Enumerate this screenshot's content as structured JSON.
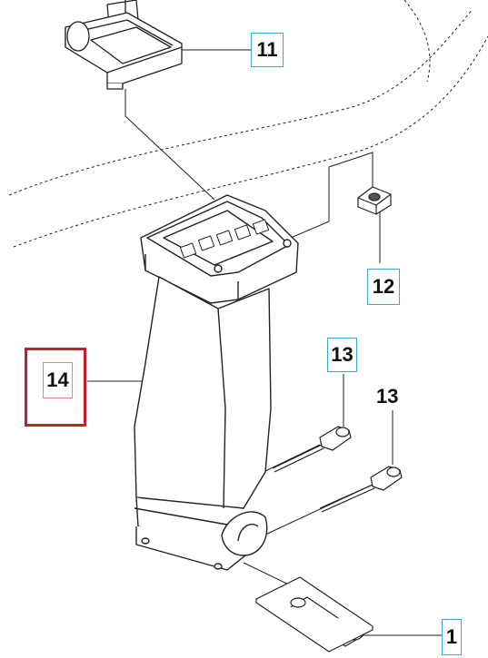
{
  "labels": {
    "part_11": "11",
    "part_12": "12",
    "part_13a": "13",
    "part_13b": "13",
    "part_14": "14",
    "part_1": "1"
  },
  "colors": {
    "callout_border": "#3aa6d8",
    "highlight_frame": "#c8202a",
    "highlight_label_border": "#e48a6a",
    "line": "#222222"
  }
}
